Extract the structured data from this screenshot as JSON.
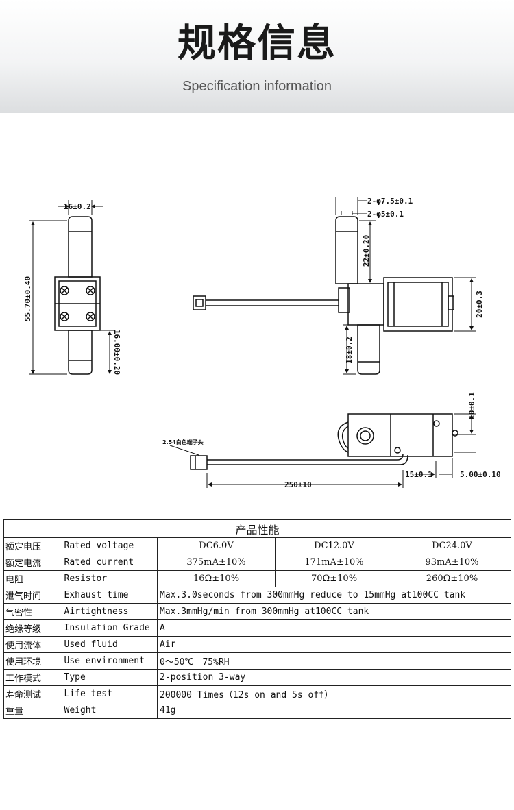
{
  "header": {
    "title": "规格信息",
    "subtitle": "Specification information"
  },
  "drawing_labels": {
    "width_16": "16±0.2",
    "height_55": "55.70±0.40",
    "height_16": "16.00±0.20",
    "dia_7_5": "2-φ7.5±0.1",
    "dia_5": "2-φ5±0.1",
    "len_22": "22±0.20",
    "len_18": "18±0.2",
    "height_20": "20±0.3",
    "height_10": "10±0.1",
    "connector_note": "2.54白色端子头",
    "cable_250": "250±10",
    "offset_15": "15±0.1",
    "offset_5": "5.00±0.10"
  },
  "table": {
    "caption": "产品性能",
    "rows": [
      {
        "cn": "额定电压",
        "en": "Rated voltage",
        "values": [
          "DC6.0V",
          "DC12.0V",
          "DC24.0V"
        ]
      },
      {
        "cn": "额定电流",
        "en": "Rated current",
        "values": [
          "375mA±10%",
          "171mA±10%",
          "93mA±10%"
        ]
      },
      {
        "cn": "电阻",
        "en": "Resistor",
        "values": [
          "16Ω±10%",
          "70Ω±10%",
          "260Ω±10%"
        ]
      },
      {
        "cn": "泄气时间",
        "en": "Exhaust time",
        "value": "Max.3.0seconds from 300mmHg reduce to 15mmHg at100CC tank"
      },
      {
        "cn": "气密性",
        "en": "Airtightness",
        "value": "Max.3mmHg/min from 300mmHg at100CC tank"
      },
      {
        "cn": "绝缘等级",
        "en": "Insulation Grade",
        "value": "A"
      },
      {
        "cn": "使用流体",
        "en": "Used fluid",
        "value": "Air"
      },
      {
        "cn": "使用环境",
        "en": "Use environment",
        "value": "0～50℃　75%RH"
      },
      {
        "cn": "工作模式",
        "en": "Type",
        "value": "2-position 3-way"
      },
      {
        "cn": "寿命测试",
        "en": "Life test",
        "value": "200000 Times（12s on and 5s off）"
      },
      {
        "cn": "重量",
        "en": "Weight",
        "value": "41g"
      }
    ]
  }
}
